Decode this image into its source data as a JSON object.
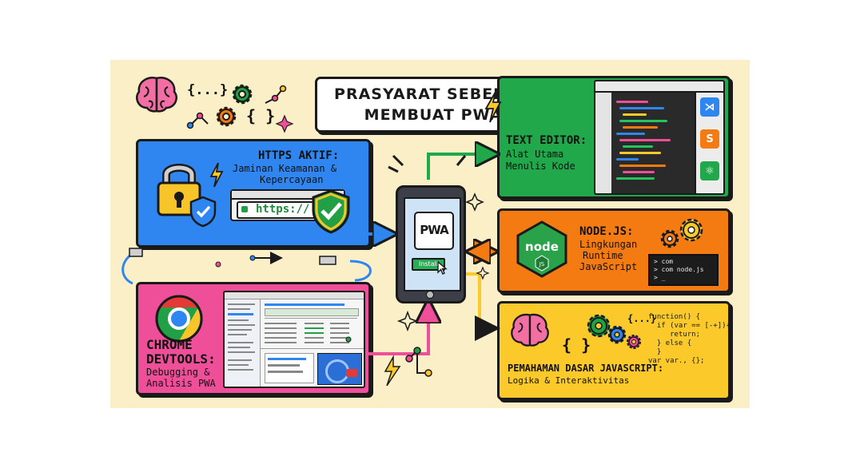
{
  "title": {
    "line1": "PRASYARAT SEBELUM",
    "line2": "MEMBUAT PWA"
  },
  "https": {
    "heading": "HTTPS AKTIF:",
    "line1": "Jaminan Keamanan &",
    "line2": "Kepercayaan",
    "url": "https://"
  },
  "text_editor": {
    "heading": "TEXT EDITOR:",
    "line1": "Alat Utama",
    "line2": "Menulis Kode"
  },
  "node": {
    "heading": "NODE.JS:",
    "line1": "Lingkungan",
    "line2": "Runtime",
    "line3": "JavaScript",
    "logo_text": "node",
    "logo_sub": "JS",
    "terminal": [
      "> com",
      "> com node.js",
      "> _"
    ]
  },
  "chrome": {
    "heading1": "CHROME",
    "heading2": "DEVTOOLS:",
    "line1": "Debugging &",
    "line2": "Analisis PWA"
  },
  "js": {
    "heading": "PEMAHAMAN DASAR JAVASCRIPT:",
    "line1": "Logika & Interaktivitas",
    "code": [
      "function() {",
      "  if (var == [-+]){",
      "     return;",
      "  } else {",
      "  }",
      "var var., {};"
    ]
  },
  "phone": {
    "pwa_label": "PWA",
    "install_label": "Install"
  },
  "decor": {
    "braces1": "{...}",
    "braces2": "{ }",
    "braces3": "{...}",
    "braces4": "{ }"
  },
  "colors": {
    "background": "#fbefc8",
    "https": "#2f86f0",
    "text_editor": "#21a84a",
    "node": "#f47a12",
    "chrome": "#ee4f98",
    "js": "#fbc92a",
    "outline": "#1a1a1a"
  }
}
